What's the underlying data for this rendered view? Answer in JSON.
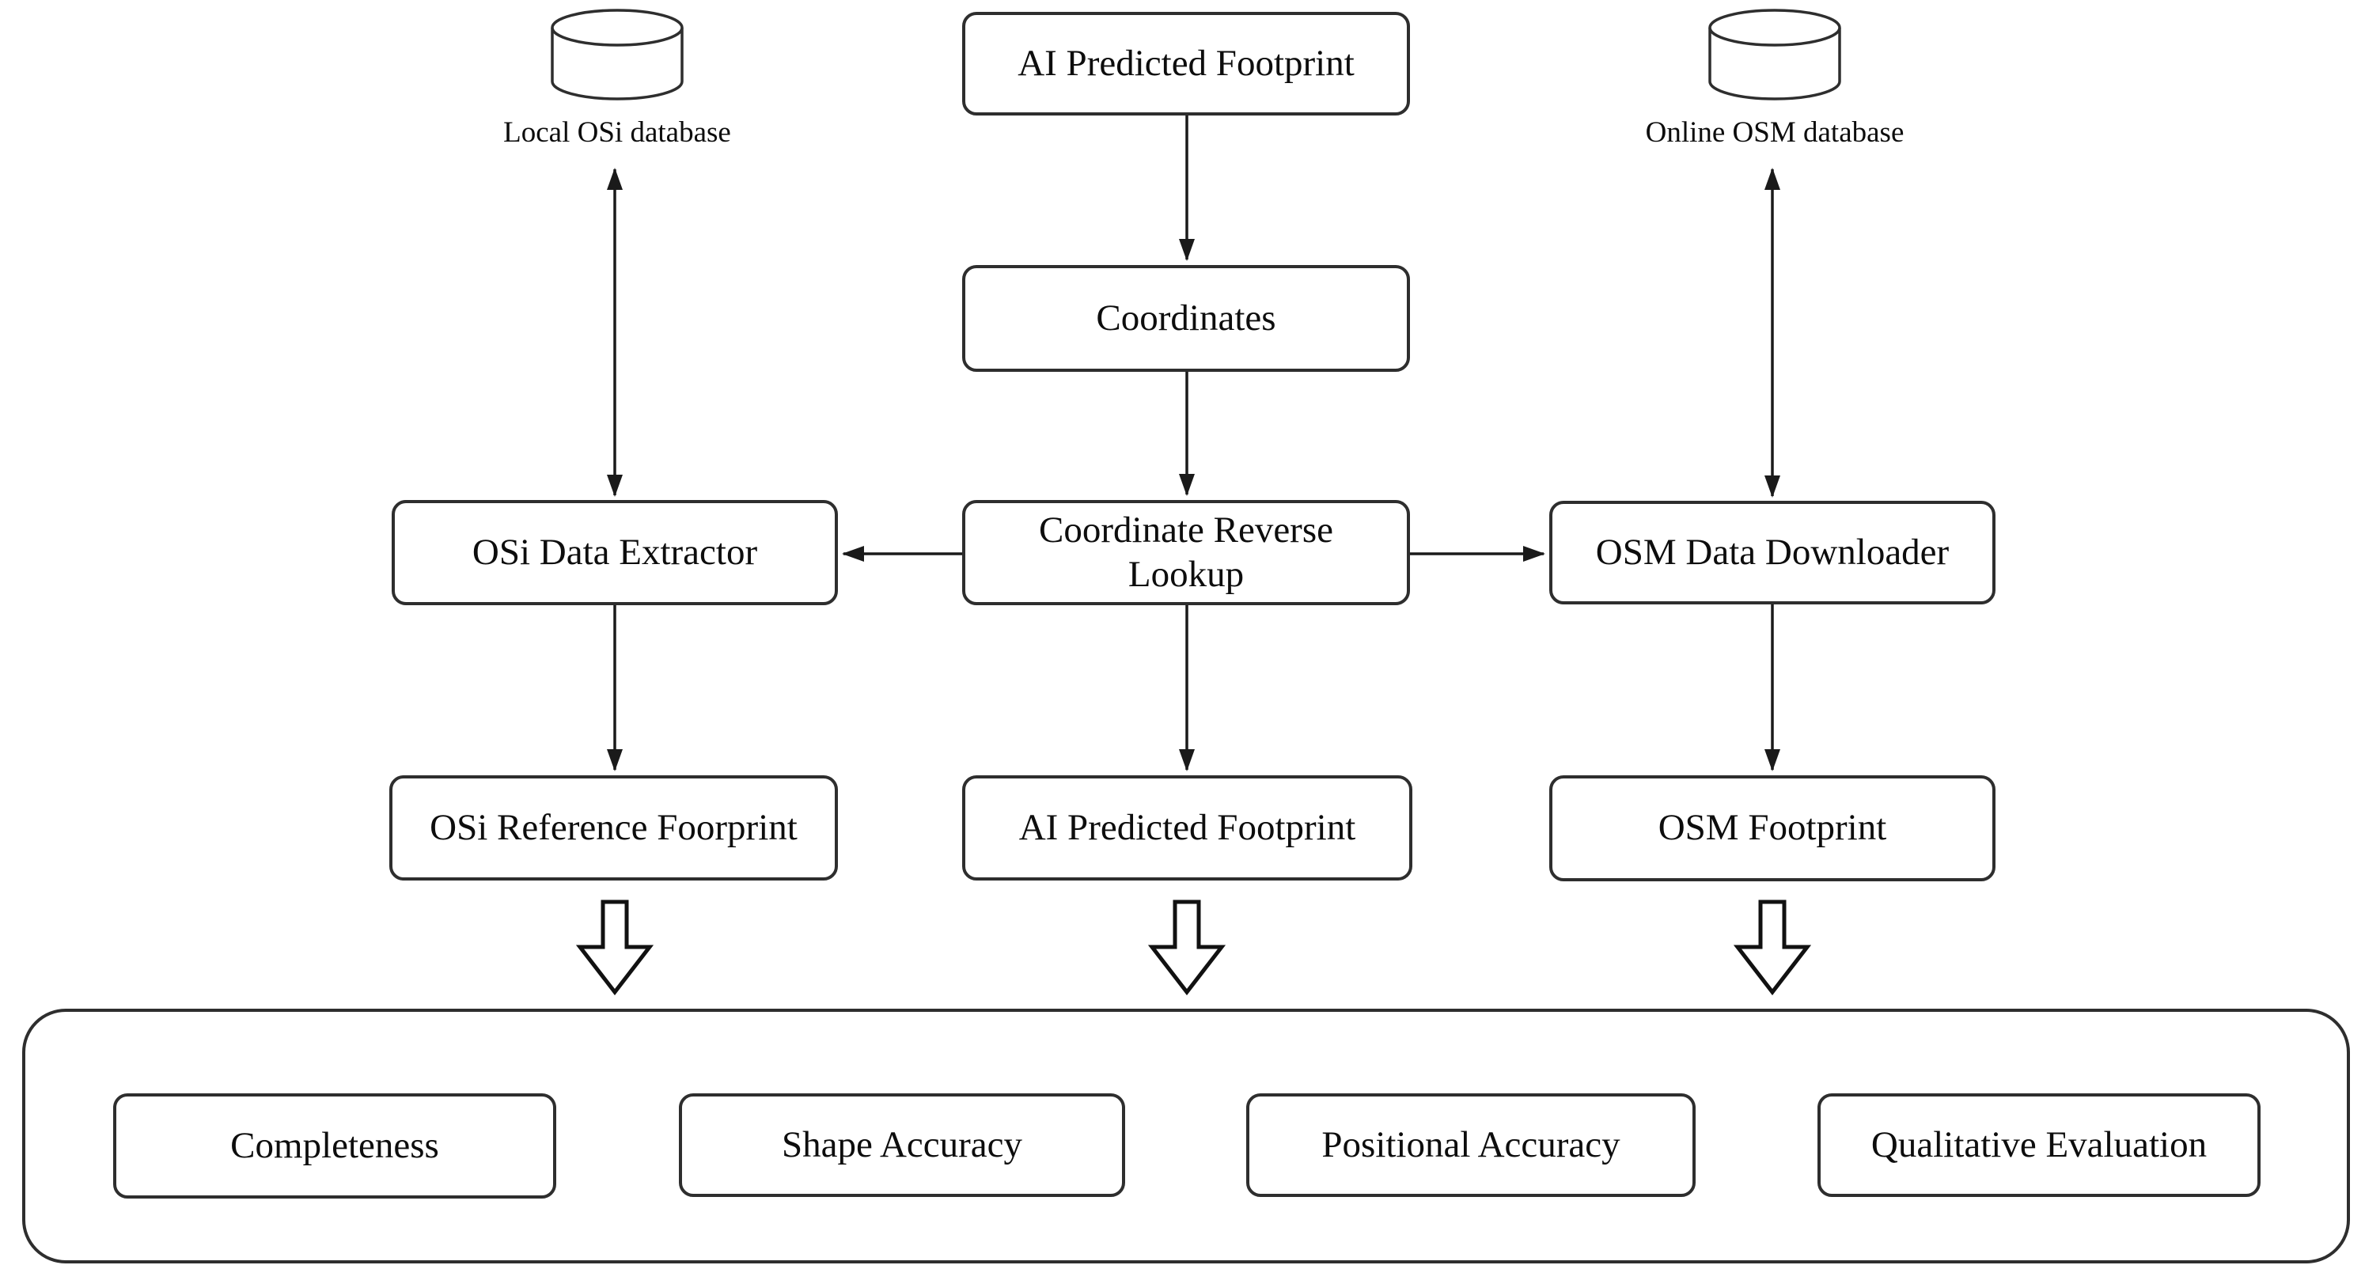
{
  "diagram": {
    "colors": {
      "background": "#ffffff",
      "connector_stroke": "#1a1a1a",
      "box_border": "#2e2e2e",
      "text": "#0d0d0d"
    },
    "databases": {
      "local_osi": {
        "label": "Local OSi database"
      },
      "online_osm": {
        "label": "Online OSM database"
      }
    },
    "nodes": {
      "ai_predicted_top": {
        "label": "AI Predicted Footprint"
      },
      "coordinates": {
        "label": "Coordinates"
      },
      "osi_data_extractor": {
        "label": "OSi Data Extractor"
      },
      "coordinate_reverse_lookup": {
        "label": "Coordinate Reverse\nLookup"
      },
      "osm_data_downloader": {
        "label": "OSM Data Downloader"
      },
      "osi_reference_footprint": {
        "label": "OSi Reference Foorprint"
      },
      "ai_predicted_bottom": {
        "label": "AI Predicted Footprint"
      },
      "osm_footprint": {
        "label": "OSM Footprint"
      }
    },
    "evaluation_panel": {
      "items": [
        {
          "label": "Completeness"
        },
        {
          "label": "Shape Accuracy"
        },
        {
          "label": "Positional Accuracy"
        },
        {
          "label": "Qualitative Evaluation"
        }
      ]
    },
    "icons": [
      "database-icon",
      "block-arrow-down-icon",
      "arrowhead-icon"
    ]
  }
}
